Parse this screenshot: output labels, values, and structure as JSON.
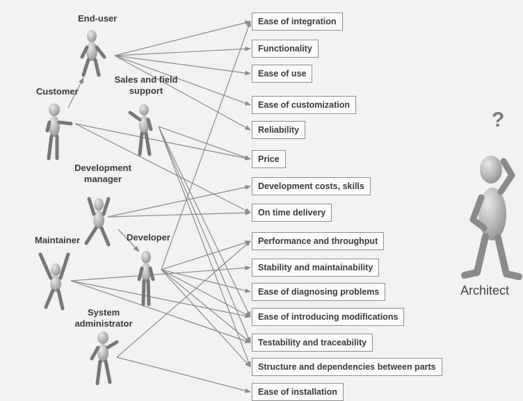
{
  "stakeholders": [
    {
      "id": "end-user",
      "label": "End-user"
    },
    {
      "id": "customer",
      "label": "Customer"
    },
    {
      "id": "sales",
      "label": "Sales and field support"
    },
    {
      "id": "devmgr",
      "label": "Development manager"
    },
    {
      "id": "maintainer",
      "label": "Maintainer"
    },
    {
      "id": "developer",
      "label": "Developer"
    },
    {
      "id": "sysadmin",
      "label": "System administrator"
    }
  ],
  "concerns": [
    "Ease of integration",
    "Functionality",
    "Ease of use",
    "Ease of customization",
    "Reliability",
    "Price",
    "Development costs, skills",
    "On time delivery",
    "Performance and throughput",
    "Stability and maintainability",
    "Ease of diagnosing problems",
    "Ease of introducing modifications",
    "Testability and traceability",
    "Structure and dependencies between parts",
    "Ease of installation"
  ],
  "architect": {
    "label": "Architect",
    "symbol": "?"
  },
  "links": [
    [
      "end-user",
      0
    ],
    [
      "end-user",
      1
    ],
    [
      "end-user",
      2
    ],
    [
      "end-user",
      3
    ],
    [
      "end-user",
      4
    ],
    [
      "customer",
      5
    ],
    [
      "customer",
      7
    ],
    [
      "sales",
      5
    ],
    [
      "sales",
      11
    ],
    [
      "sales",
      12
    ],
    [
      "sales",
      13
    ],
    [
      "devmgr",
      6
    ],
    [
      "devmgr",
      7
    ],
    [
      "developer",
      0
    ],
    [
      "developer",
      8
    ],
    [
      "developer",
      10
    ],
    [
      "developer",
      11
    ],
    [
      "developer",
      12
    ],
    [
      "developer",
      13
    ],
    [
      "maintainer",
      9
    ],
    [
      "maintainer",
      11
    ],
    [
      "maintainer",
      12
    ],
    [
      "sysadmin",
      8
    ],
    [
      "sysadmin",
      14
    ]
  ]
}
